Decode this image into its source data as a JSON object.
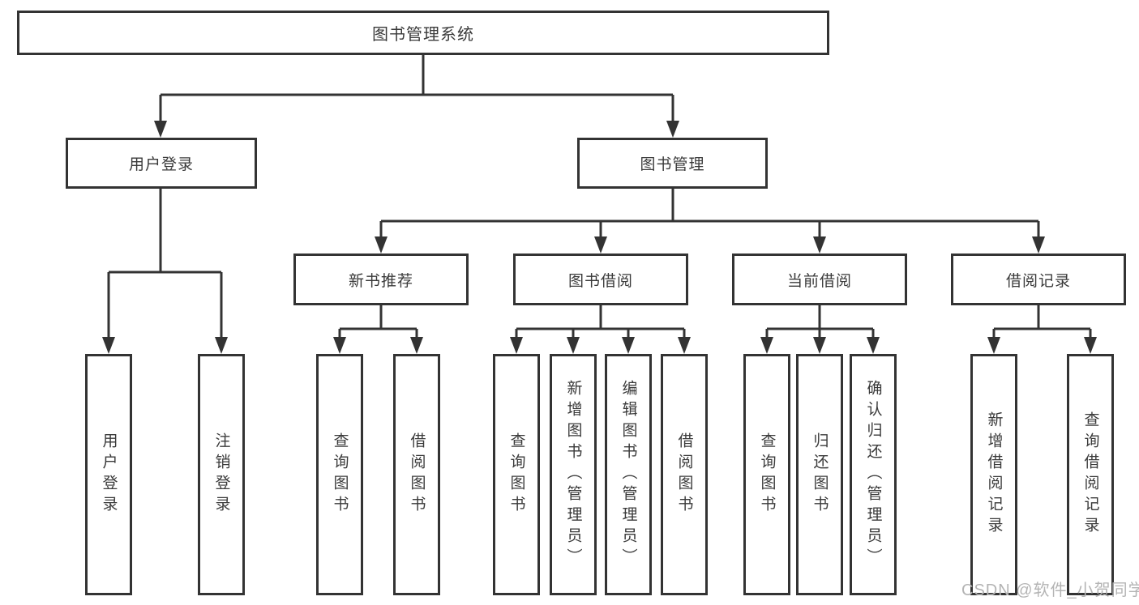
{
  "diagram": {
    "root_label": "图书管理系统",
    "branches": [
      {
        "label": "用户登录",
        "children": [
          "用户登录",
          "注销登录"
        ]
      },
      {
        "label": "图书管理",
        "children": [
          {
            "label": "新书推荐",
            "children": [
              "查询图书",
              "借阅图书"
            ]
          },
          {
            "label": "图书借阅",
            "children": [
              "查询图书",
              "新增图书（管理员）",
              "编辑图书（管理员）",
              "借阅图书"
            ]
          },
          {
            "label": "当前借阅",
            "children": [
              "查询图书",
              "归还图书",
              "确认归还（管理员）"
            ]
          },
          {
            "label": "借阅记录",
            "children": [
              "新增借阅记录",
              "查询借阅记录"
            ]
          }
        ]
      }
    ]
  },
  "watermark": {
    "text": "CSDN @软件_小贺同学"
  },
  "colors": {
    "line": "#333333",
    "text": "#3a3a3a",
    "watermark": "#b4b4b4",
    "background": "#ffffff"
  }
}
